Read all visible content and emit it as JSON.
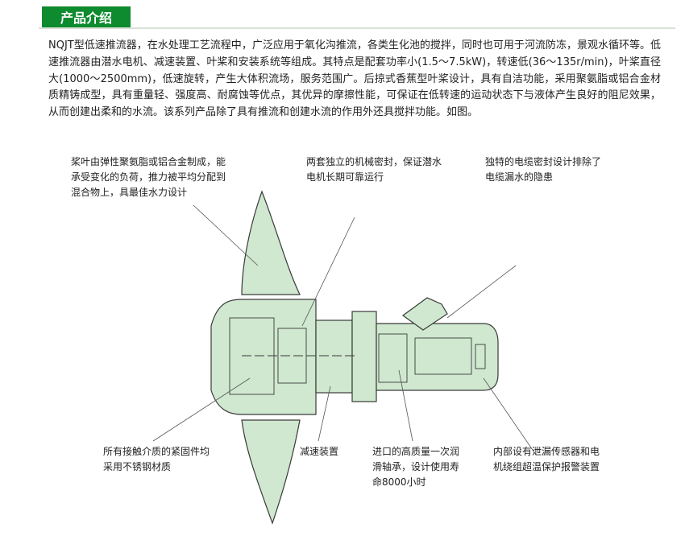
{
  "header": {
    "title": "产品介绍"
  },
  "intro": {
    "paragraph": "NQJT型低速推流器，在水处理工艺流程中，广泛应用于氧化沟推流，各类生化池的搅拌，同时也可用于河流防冻，景观水循环等。低速推流器由潜水电机、减速装置、叶桨和安装系统等组成。其特点是配套功率小(1.5～7.5kW)，转速低(36～135r/min)，叶桨直径大(1000～2500mm)，低速旋转，产生大体积流场，服务范围广。后掠式香蕉型叶桨设计，具有自洁功能，采用聚氨脂或铝合金材质精铸成型，具有重量轻、强度高、耐腐蚀等优点，其优异的摩擦性能，可保证在低转速的运动状态下与液体产生良好的阻尼效果，从而创建出柔和的水流。该系列产品除了具有推流和创建水流的作用外还具搅拌功能。如图。"
  },
  "callouts": {
    "blade": [
      "桨叶由弹性聚氨脂或铝合金制成，能",
      "承受变化的负荷，推力被平均分配到",
      "混合物上，具最佳水力设计"
    ],
    "seal": [
      "两套独立的机械密封，保证潜水",
      "电机长期可靠运行"
    ],
    "cable": [
      "独特的电缆密封设计排除了",
      "电缆漏水的隐患"
    ],
    "fasteners": [
      "所有接触介质的紧固件均",
      "采用不锈钢材质"
    ],
    "reducer": [
      "减速装置"
    ],
    "bearing": [
      "进口的高质量一次润",
      "滑轴承，设计使用寿",
      "命8000小时"
    ],
    "sensor": [
      "内部设有泄漏传感器和电",
      "机绕组超温保护报警装置"
    ]
  },
  "colors": {
    "accent": "#0e8a2f",
    "body_fill": "#cfe8cf",
    "line": "#3a3a3a"
  }
}
